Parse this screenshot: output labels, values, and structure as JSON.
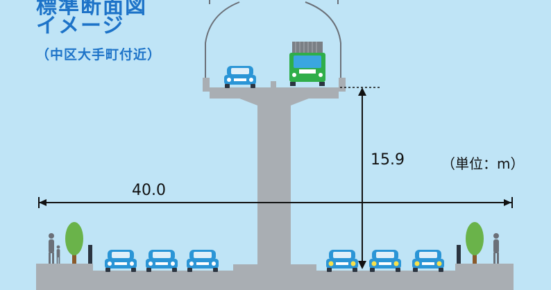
{
  "title": {
    "line1": "標準断面図",
    "line2": "イメージ",
    "subtitle": "（中区大手町付近）"
  },
  "dimensions": {
    "height_value": "15.9",
    "width_value": "40.0",
    "unit_note": "（単位：m）"
  },
  "colors": {
    "sky": "#bfe4f6",
    "concrete": "#a9aeb3",
    "title_blue": "#1d73c8",
    "car_blue": "#2a95d6",
    "truck_green": "#2fae49",
    "tree_green": "#6ab34a"
  }
}
